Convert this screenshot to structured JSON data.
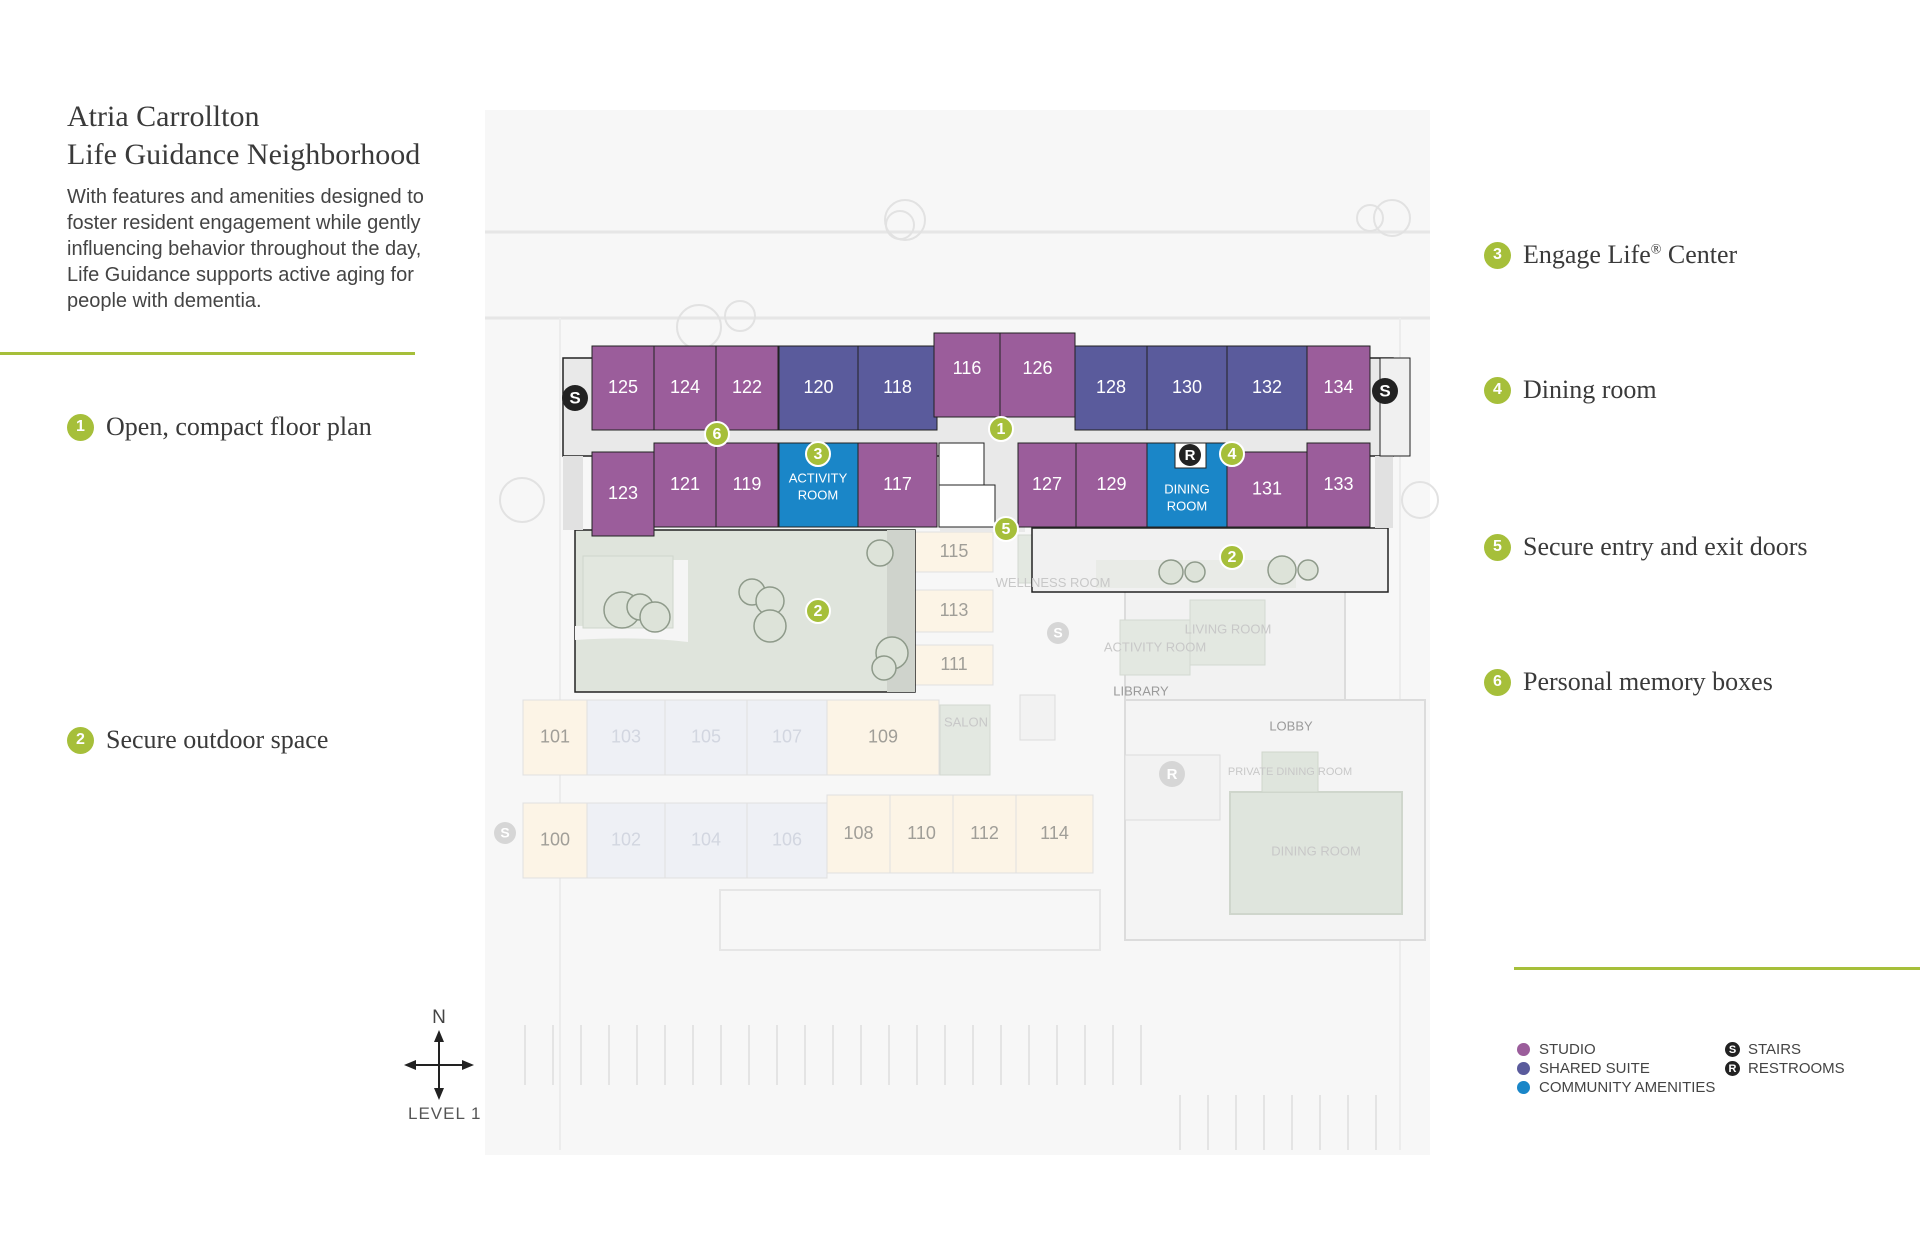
{
  "title": {
    "line1": "Atria Carrollton",
    "line2": "Life Guidance Neighborhood"
  },
  "description": "With features and amenities designed to foster resident engagement while gently influencing behavior throughout the day, Life Guidance supports active aging for people with dementia.",
  "features": [
    {
      "number": "1",
      "label": "Open, compact floor plan"
    },
    {
      "number": "2",
      "label": "Secure outdoor space"
    },
    {
      "number": "3",
      "label": "Engage Life",
      "suffix": "®",
      "label_after": " Center"
    },
    {
      "number": "4",
      "label": "Dining room"
    },
    {
      "number": "5",
      "label": "Secure entry and exit doors"
    },
    {
      "number": "6",
      "label": "Personal memory boxes"
    }
  ],
  "colors": {
    "studio": "#9b5d9b",
    "shared_suite": "#5a5b9c",
    "community": "#1a86c8",
    "accent": "#a6bf3a"
  },
  "legend": {
    "studio": "STUDIO",
    "shared_suite": "SHARED SUITE",
    "community_amenities": "COMMUNITY AMENITIES",
    "stairs": "STAIRS",
    "restrooms": "RESTROOMS",
    "stairs_glyph": "S",
    "restrooms_glyph": "R"
  },
  "compass": {
    "north": "N",
    "level": "LEVEL 1"
  },
  "map": {
    "units_top": [
      {
        "label": "125",
        "type": "studio"
      },
      {
        "label": "124",
        "type": "studio"
      },
      {
        "label": "122",
        "type": "studio"
      },
      {
        "label": "120",
        "type": "shared_suite"
      },
      {
        "label": "118",
        "type": "shared_suite"
      },
      {
        "label": "116",
        "type": "studio"
      },
      {
        "label": "126",
        "type": "studio"
      },
      {
        "label": "128",
        "type": "shared_suite"
      },
      {
        "label": "130",
        "type": "shared_suite"
      },
      {
        "label": "132",
        "type": "shared_suite"
      },
      {
        "label": "134",
        "type": "studio"
      }
    ],
    "units_bottom": [
      {
        "label": "123",
        "type": "studio"
      },
      {
        "label": "121",
        "type": "studio"
      },
      {
        "label": "119",
        "type": "studio"
      },
      {
        "label": "117",
        "type": "studio"
      },
      {
        "label": "127",
        "type": "studio"
      },
      {
        "label": "129",
        "type": "studio"
      },
      {
        "label": "131",
        "type": "studio"
      },
      {
        "label": "133",
        "type": "studio"
      }
    ],
    "activity_room": {
      "line1": "ACTIVITY",
      "line2": "ROOM"
    },
    "dining_room": {
      "line1": "DINING",
      "line2": "ROOM"
    },
    "faint_rooms": [
      "115",
      "113",
      "111",
      "101",
      "103",
      "105",
      "107",
      "109",
      "100",
      "102",
      "104",
      "106",
      "108",
      "110",
      "112",
      "114"
    ],
    "faint_labels": {
      "wellness": "WELLNESS ROOM",
      "activity": "ACTIVITY ROOM",
      "living": "LIVING ROOM",
      "library": "LIBRARY",
      "lobby": "LOBBY",
      "private_dining": "PRIVATE DINING ROOM",
      "dining": "DINING ROOM",
      "salon": "SALON"
    }
  }
}
